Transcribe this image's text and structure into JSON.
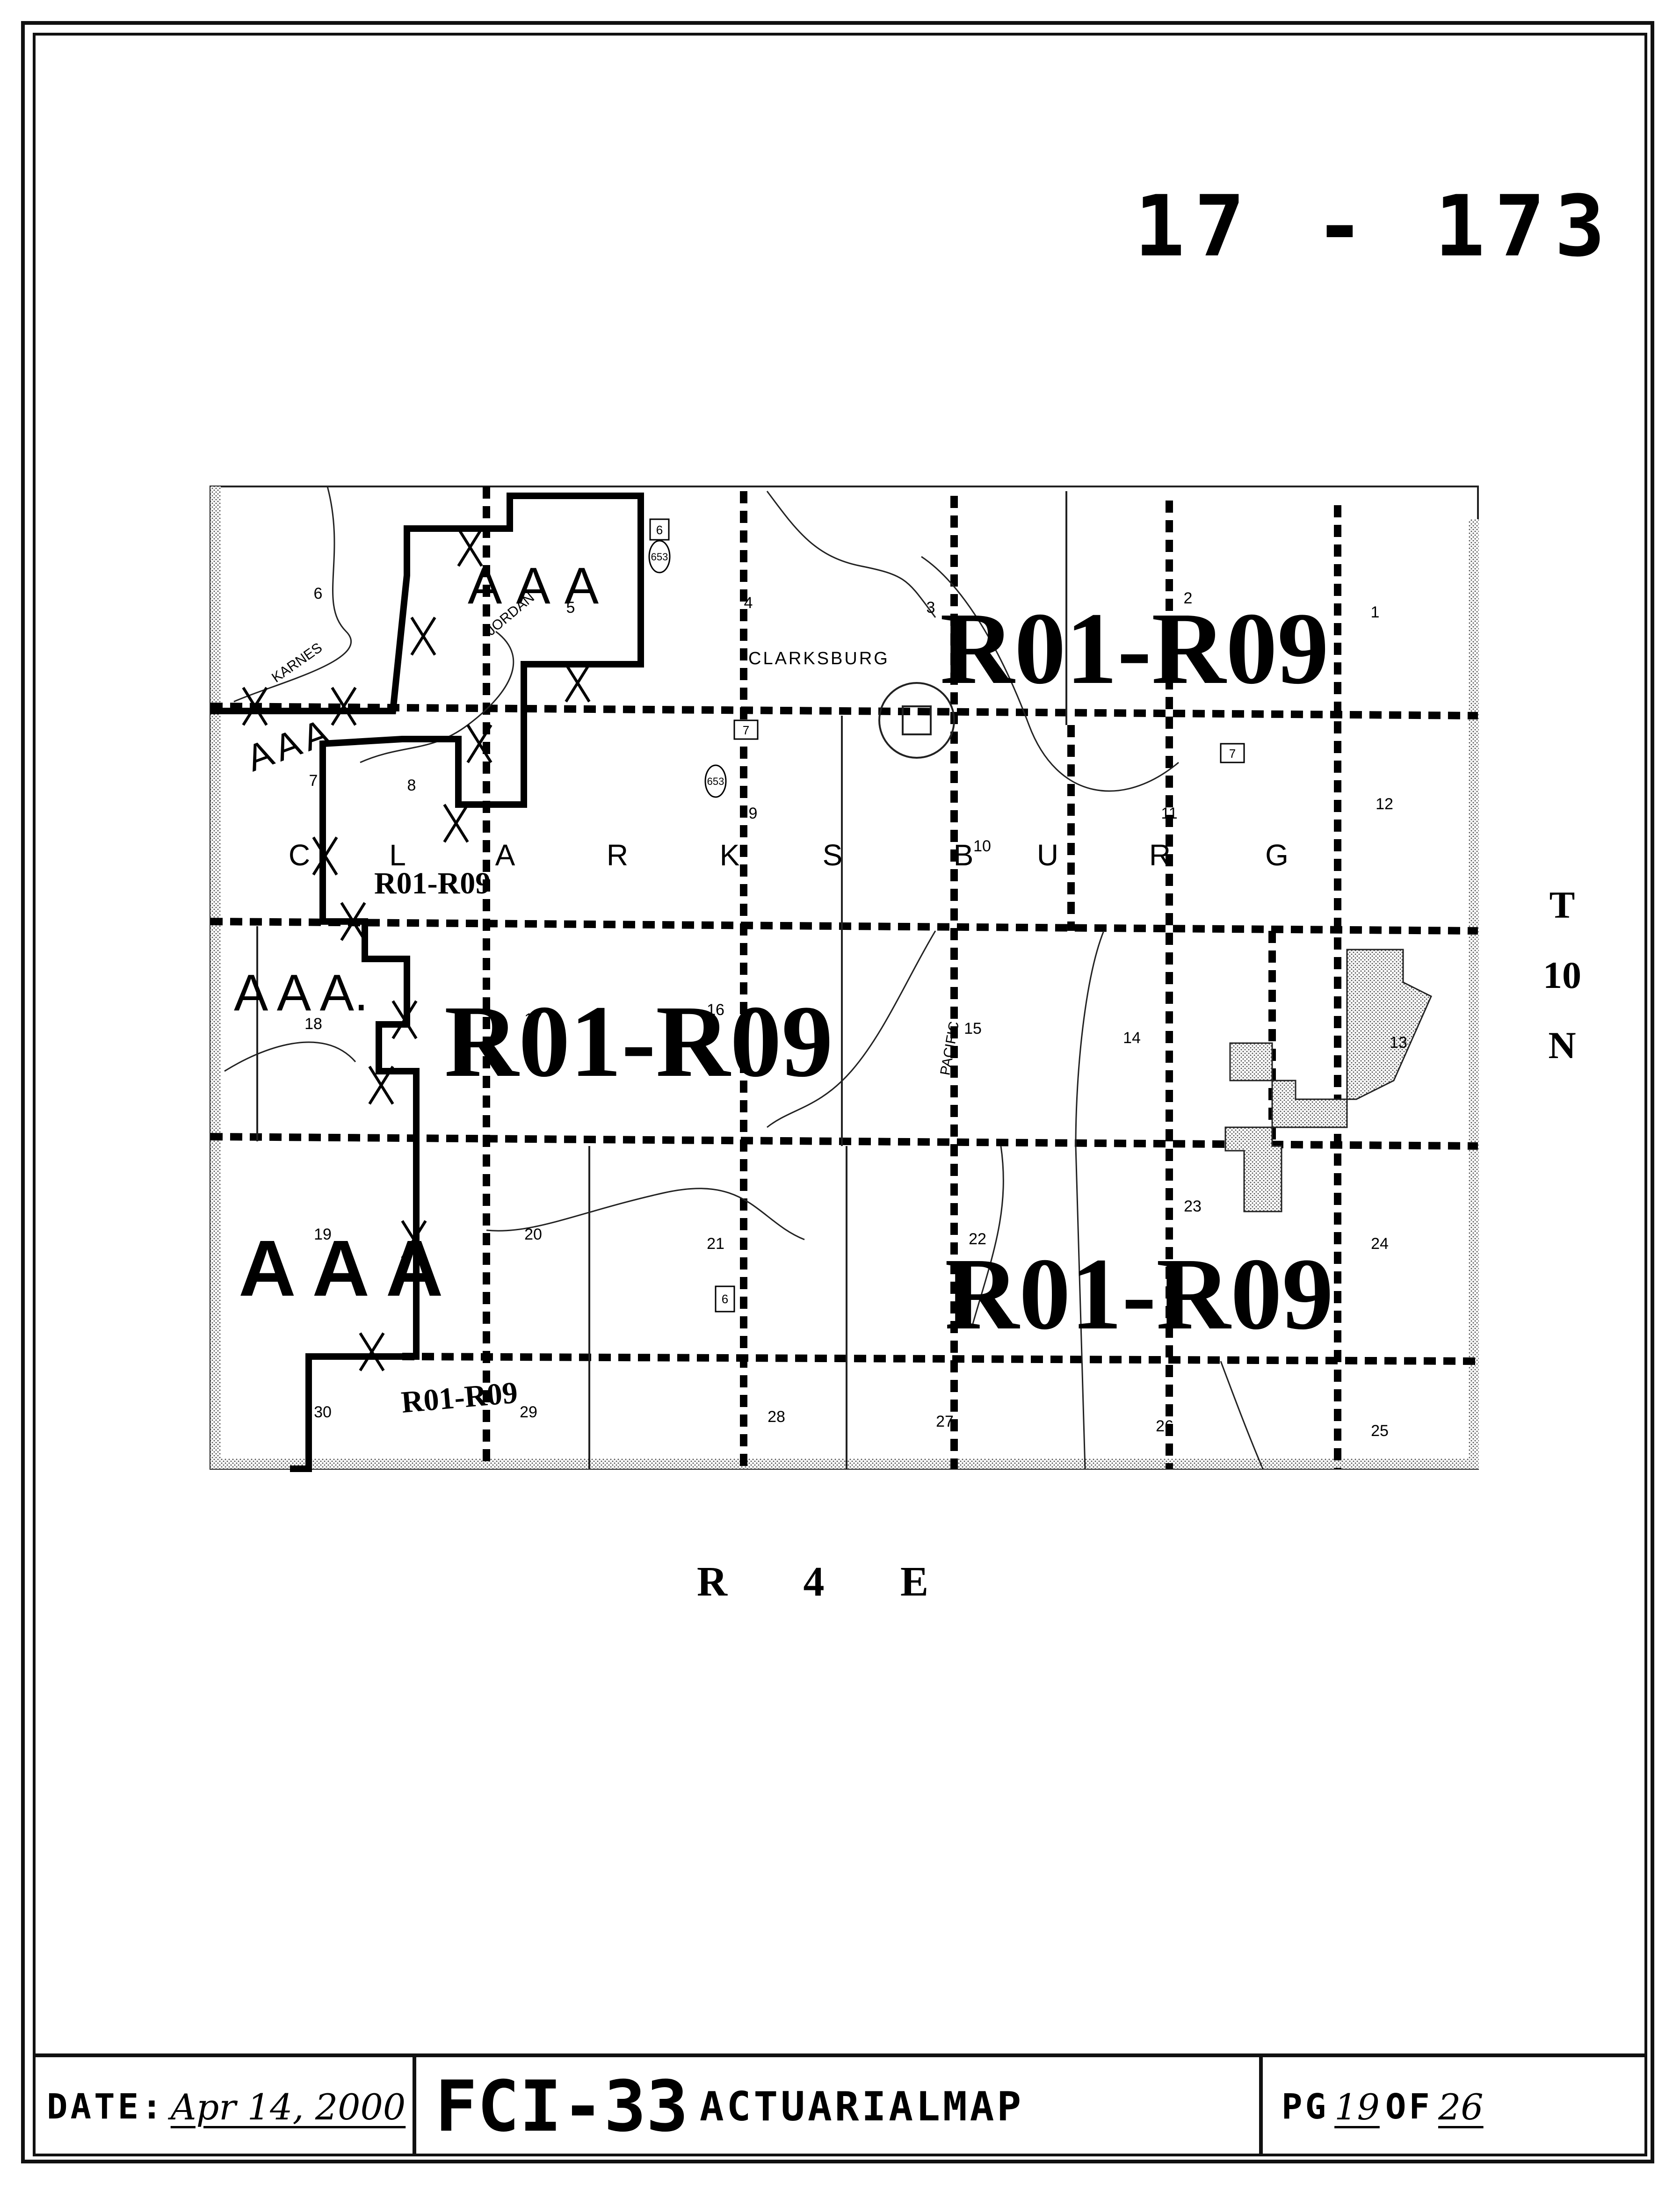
{
  "sheet_number": "17 - 173",
  "axis_labels": {
    "range": "R 4 E",
    "township": [
      "T",
      "10",
      "N"
    ]
  },
  "map": {
    "sections": [
      "1",
      "2",
      "3",
      "4",
      "5",
      "6",
      "7",
      "8",
      "9",
      "10",
      "11",
      "12",
      "13",
      "14",
      "15",
      "16",
      "17",
      "18",
      "19",
      "20",
      "21",
      "22",
      "23",
      "24",
      "25",
      "26",
      "27",
      "28",
      "29",
      "30"
    ],
    "place_labels": {
      "town": "CLARKSBURG",
      "township_letters": [
        "C",
        "L",
        "A",
        "R",
        "K",
        "S",
        "B",
        "U",
        "R",
        "G"
      ]
    },
    "streams": [
      "KARNES",
      "JORDAN",
      "PACIFIC"
    ],
    "route_shields": [
      "6",
      "653",
      "7",
      "653",
      "7",
      "6"
    ],
    "zone_labels": {
      "r01": "R01-R09",
      "aaa": "AAA",
      "aaa_dot": "A A A.",
      "aaa_spaced": "A A A"
    }
  },
  "footer": {
    "date_label": "DATE:",
    "date_value": "Apr 14, 2000",
    "form_id": "FCI-33",
    "form_title": "ACTUARIALMAP",
    "page_label": "PG",
    "page_current": "19",
    "of_label": "OF",
    "page_total": "26"
  }
}
